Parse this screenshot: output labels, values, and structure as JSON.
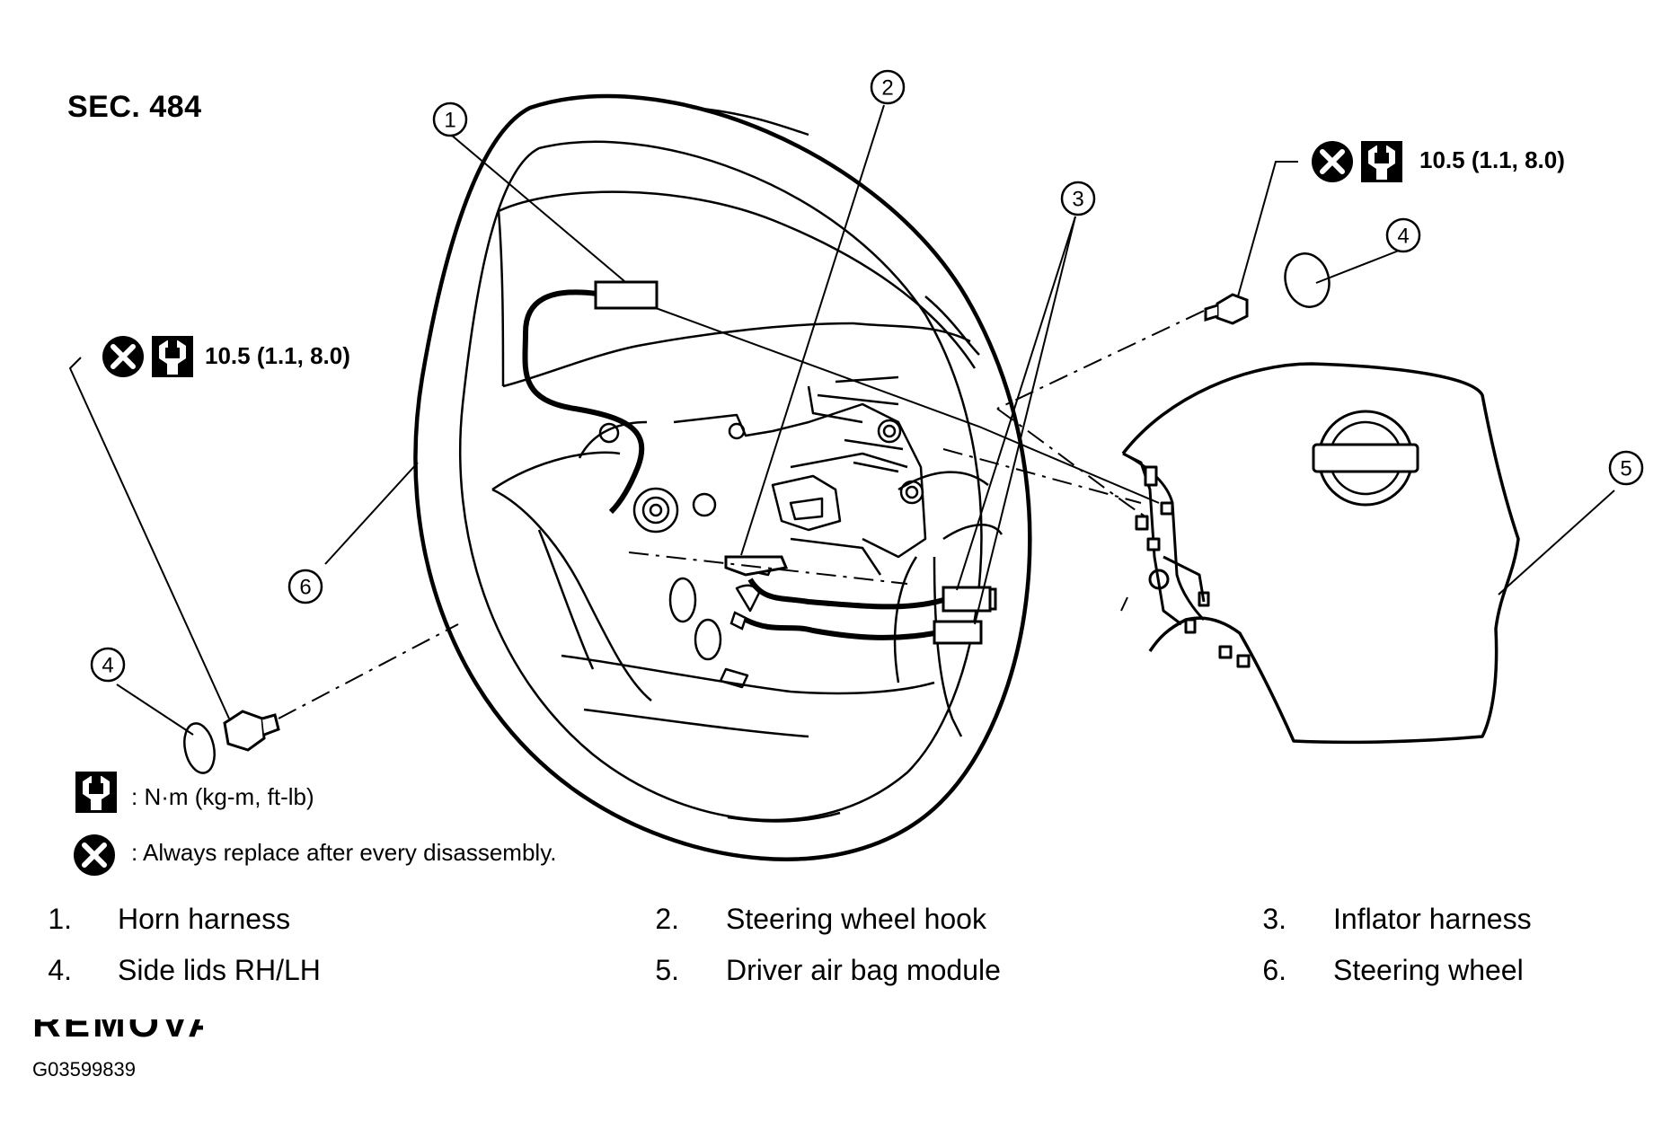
{
  "section": "SEC. 484",
  "torque_spec": "10.5 (1.1, 8.0)",
  "legend": [
    {
      "icon": "torque-wrench-icon",
      "text": ": N·m (kg-m, ft-lb)"
    },
    {
      "icon": "always-replace-icon",
      "text": ": Always replace after every disassembly."
    }
  ],
  "callouts": [
    "1",
    "2",
    "3",
    "4",
    "5",
    "6"
  ],
  "parts": [
    {
      "num": "1.",
      "name": "Horn harness"
    },
    {
      "num": "2.",
      "name": "Steering wheel hook"
    },
    {
      "num": "3.",
      "name": "Inflator harness"
    },
    {
      "num": "4.",
      "name": "Side lids RH/LH"
    },
    {
      "num": "5.",
      "name": "Driver air bag module"
    },
    {
      "num": "6.",
      "name": "Steering wheel"
    }
  ],
  "cut_heading": "REMOVAL",
  "figure_id": "G03599839"
}
